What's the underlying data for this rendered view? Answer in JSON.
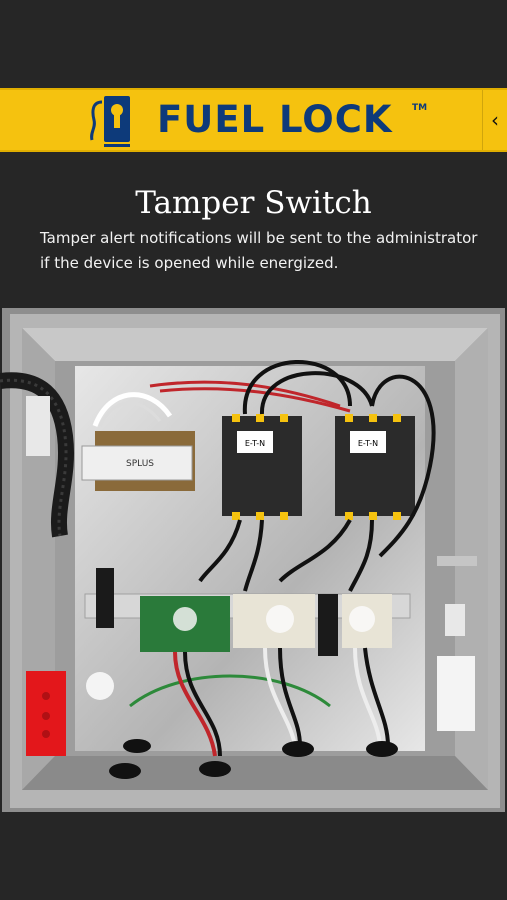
{
  "header": {
    "brand_name": "FUEL LOCK",
    "trademark": "TM",
    "back_icon": "chevron-left-icon",
    "brand_color": "#f5c20f",
    "brand_text_color": "#0d3a7a"
  },
  "content": {
    "title": "Tamper Switch",
    "description": "Tamper alert notifications will be sent to the administrator if the device is opened while energized."
  },
  "photo": {
    "transformer_label": "SPLUS",
    "contactor_label": "E-T-N"
  }
}
